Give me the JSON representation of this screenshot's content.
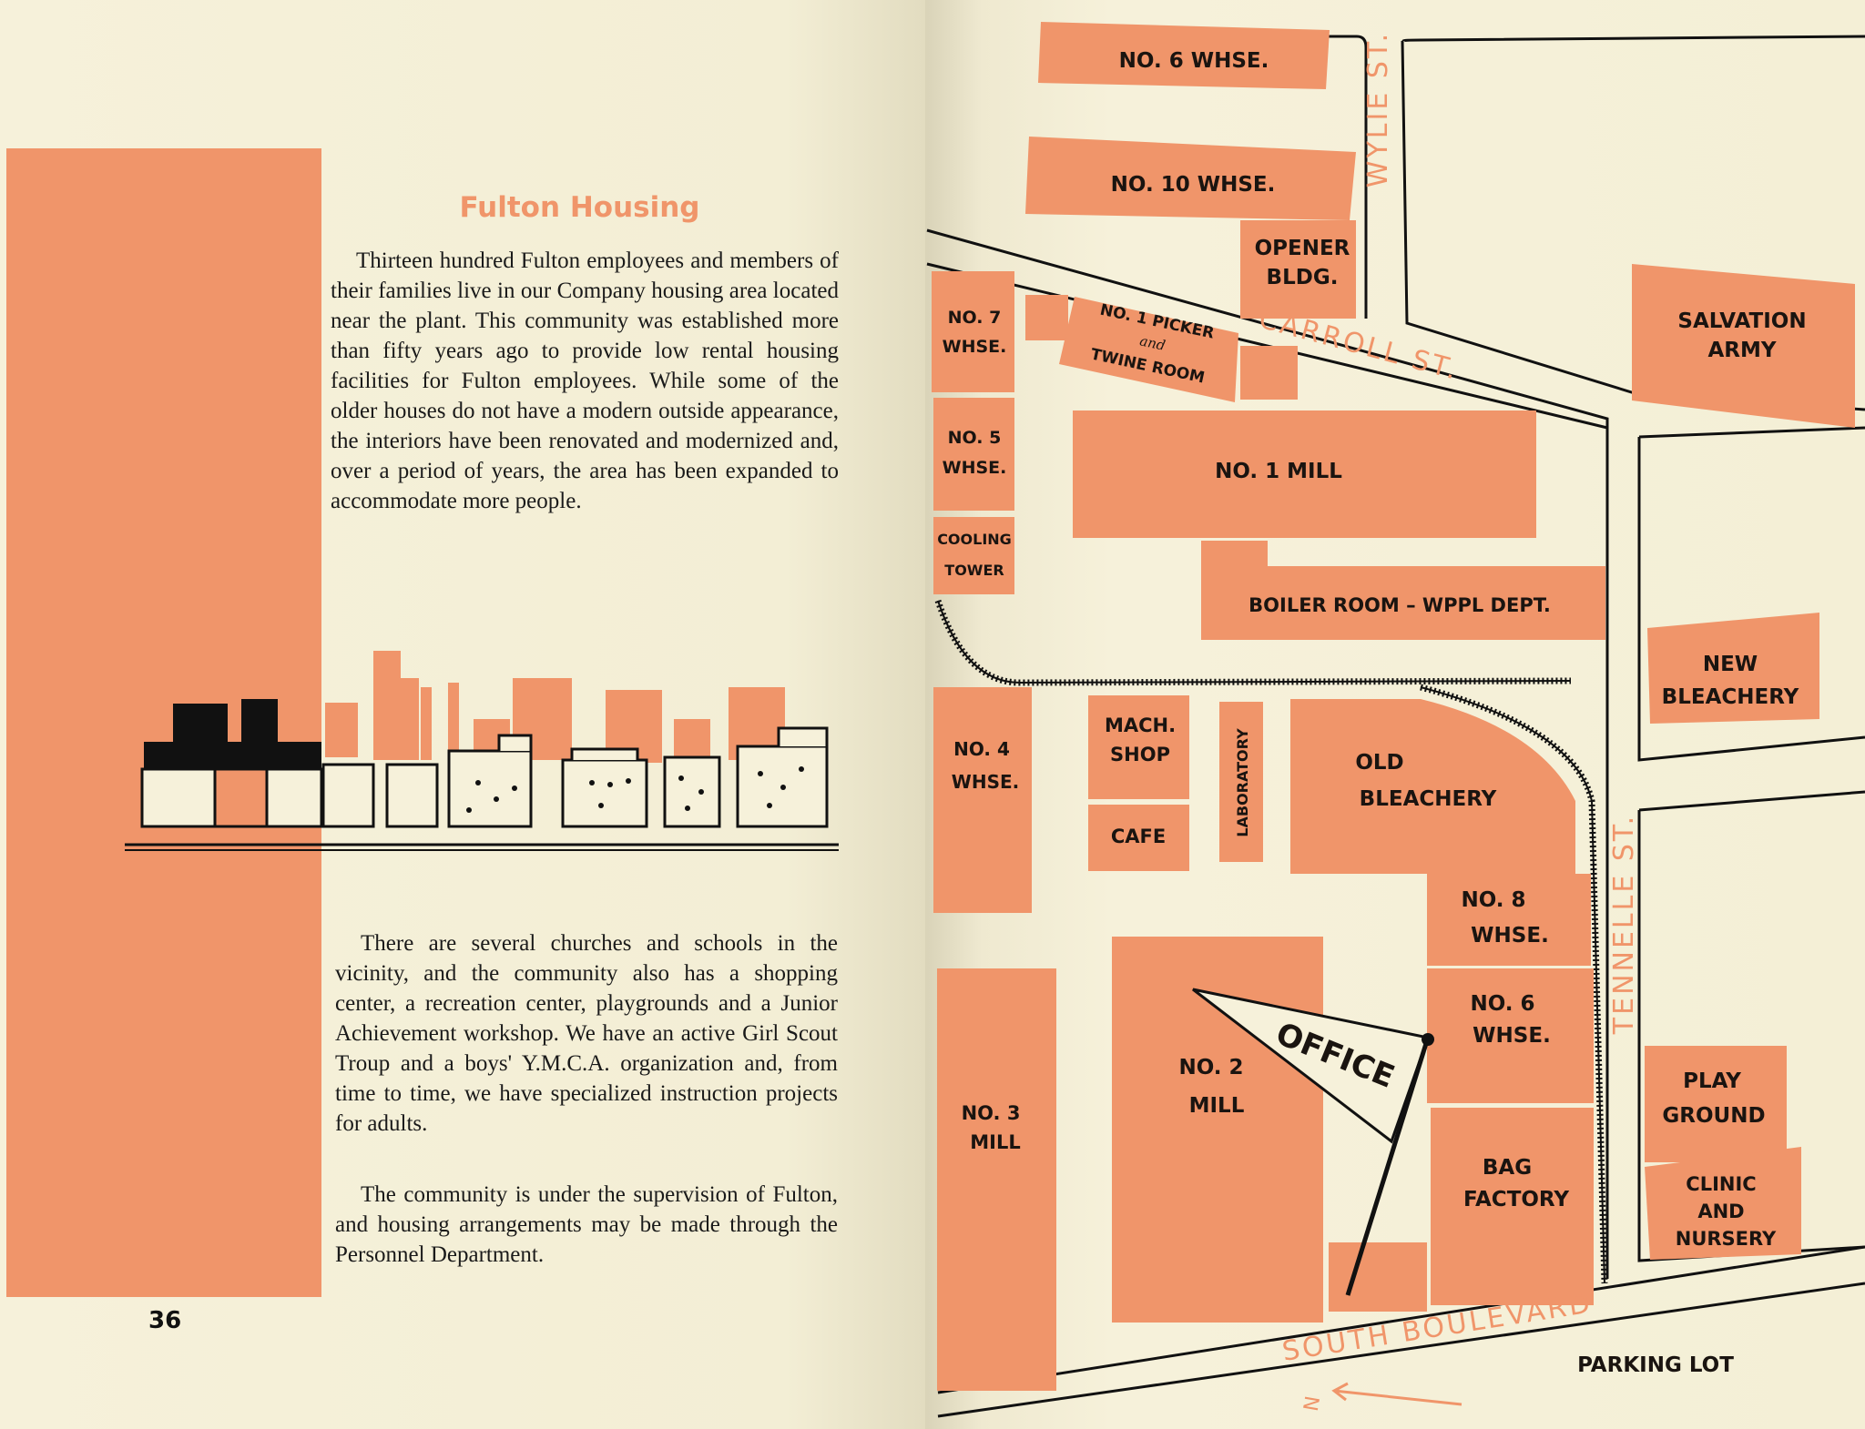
{
  "left_page": {
    "title": "Fulton Housing",
    "paragraphs": [
      "Thirteen hundred Fulton employees and members of their families live in our Company housing area located near the plant. This community was established more than fifty years ago to provide low rental housing facilities for Fulton employees. While some of the older houses do not have a modern outside appearance, the interiors have been renovated and modernized and, over a period of years, the area has been expanded to accommodate more people.",
      "There are several churches and schools in the vicinity, and the community also has a shopping center, a recreation center, playgrounds and a Junior Achievement workshop. We have an active Girl Scout Troup and a boys' Y.M.C.A. organization and, from time to time, we have specialized instruction projects for adults.",
      "The community is under the supervision of Fulton, and housing arrangements may be made through the Personnel Department."
    ],
    "page_number": "36"
  },
  "map": {
    "buildings": {
      "no6_whse_top": "NO. 6 WHSE.",
      "no10_whse": "NO. 10 WHSE.",
      "opener_1": "OPENER",
      "opener_2": "BLDG.",
      "salvation_1": "SALVATION",
      "salvation_2": "ARMY",
      "no7_1": "NO. 7",
      "no7_2": "WHSE.",
      "picker_1": "NO. 1 PICKER",
      "picker_and": "and",
      "picker_2": "TWINE ROOM",
      "no5_1": "NO. 5",
      "no5_2": "WHSE.",
      "cooling_1": "COOLING",
      "cooling_2": "TOWER",
      "no1_mill": "NO. 1 MILL",
      "boiler": "BOILER ROOM – WPPL DEPT.",
      "new_bleachery_1": "NEW",
      "new_bleachery_2": "BLEACHERY",
      "no4_1": "NO. 4",
      "no4_2": "WHSE.",
      "mach_1": "MACH.",
      "mach_2": "SHOP",
      "cafe": "CAFE",
      "lab": "LABORATORY",
      "old_bleachery_1": "OLD",
      "old_bleachery_2": "BLEACHERY",
      "no8_1": "NO. 8",
      "no8_2": "WHSE.",
      "no6b_1": "NO. 6",
      "no6b_2": "WHSE.",
      "no2_1": "NO. 2",
      "no2_2": "MILL",
      "office": "OFFICE",
      "bag_1": "BAG",
      "bag_2": "FACTORY",
      "no3_1": "NO. 3",
      "no3_2": "MILL",
      "play_1": "PLAY",
      "play_2": "GROUND",
      "clinic_1": "CLINIC",
      "clinic_2": "AND",
      "clinic_3": "NURSERY"
    },
    "streets": {
      "wylie": "WYLIE ST.",
      "carroll": "CARROLL ST.",
      "tennelle": "TENNELLE ST.",
      "south_blvd": "SOUTH BOULEVARD"
    },
    "parking_lot": "PARKING LOT",
    "north_label": "N",
    "colors": {
      "orange": "#f0956a",
      "ink": "#1a1410",
      "paper": "#f4efd6"
    }
  }
}
